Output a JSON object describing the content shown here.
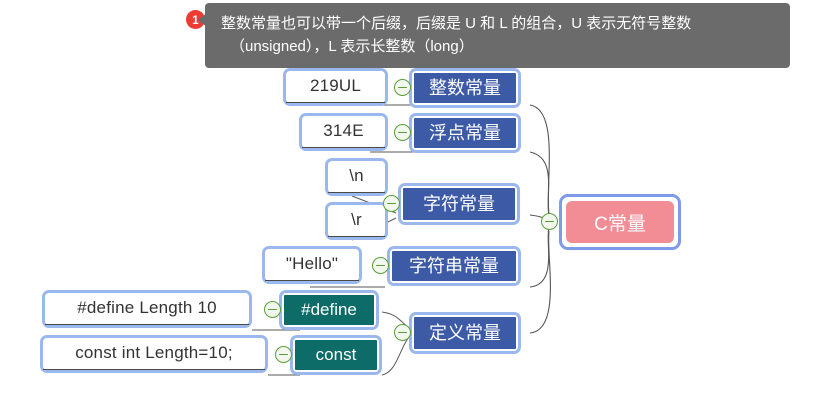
{
  "note": {
    "badge": "1",
    "line1": "整数常量也可以带一个后缀，后缀是 U 和 L 的组合，U 表示无符号整数",
    "line2": "（unsigned），L 表示长整数（long）"
  },
  "root": {
    "label": "C常量"
  },
  "branches": [
    {
      "label": "整数常量",
      "example": "219UL"
    },
    {
      "label": "浮点常量",
      "example": "314E"
    },
    {
      "label": "字符常量",
      "examples": [
        "\\n",
        "\\r"
      ]
    },
    {
      "label": "字符串常量",
      "example": "\"Hello\""
    },
    {
      "label": "定义常量",
      "children": [
        {
          "label": "#define",
          "example": "#define Length 10"
        },
        {
          "label": "const",
          "example": "const int Length=10;"
        }
      ]
    }
  ],
  "labels": {
    "integer_constant": "整数常量",
    "float_constant": "浮点常量",
    "char_constant": "字符常量",
    "string_constant": "字符串常量",
    "define_constant": "定义常量",
    "define_keyword": "#define",
    "const_keyword": "const"
  },
  "examples": {
    "integer": "219UL",
    "float": "314E",
    "char_n": "\\n",
    "char_r": "\\r",
    "string": "\"Hello\"",
    "define": "#define Length 10",
    "const": "const int Length=10;"
  },
  "colors": {
    "node_border": "#9bb8ee",
    "node_blue_fill": "#3c5aa6",
    "node_teal_fill": "#0d6b68",
    "root_fill": "#f28d95",
    "root_border": "#7e9ae8",
    "toggle_stroke": "#5a9e3a",
    "note_bg": "#6b6b6b",
    "badge_bg": "#ee3b33"
  }
}
